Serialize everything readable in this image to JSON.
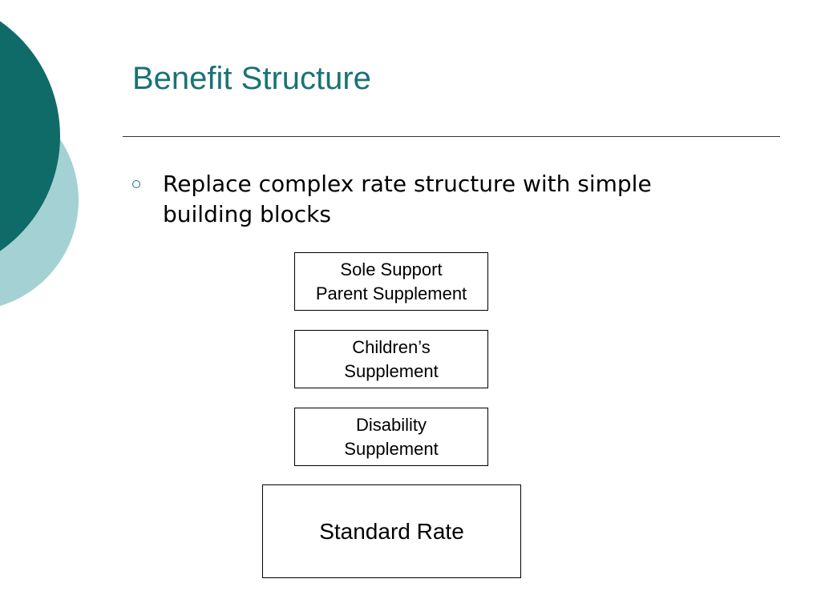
{
  "slide": {
    "title": "Benefit Structure",
    "bullets": [
      "Replace complex rate structure with simple building blocks"
    ]
  },
  "blocks": [
    {
      "id": "sole-support-parent-supplement",
      "lines": [
        "Sole Support",
        "Parent Supplement"
      ]
    },
    {
      "id": "childrens-supplement",
      "lines": [
        "Children’s",
        "Supplement"
      ]
    },
    {
      "id": "disability-supplement",
      "lines": [
        "Disability",
        "Supplement"
      ]
    },
    {
      "id": "standard-rate",
      "lines": [
        "Standard Rate"
      ]
    }
  ],
  "colors": {
    "title": "#1a7276",
    "decor_dark": "#0f6b68",
    "decor_light": "#a4d1d4",
    "bullet": "#1a7276"
  }
}
